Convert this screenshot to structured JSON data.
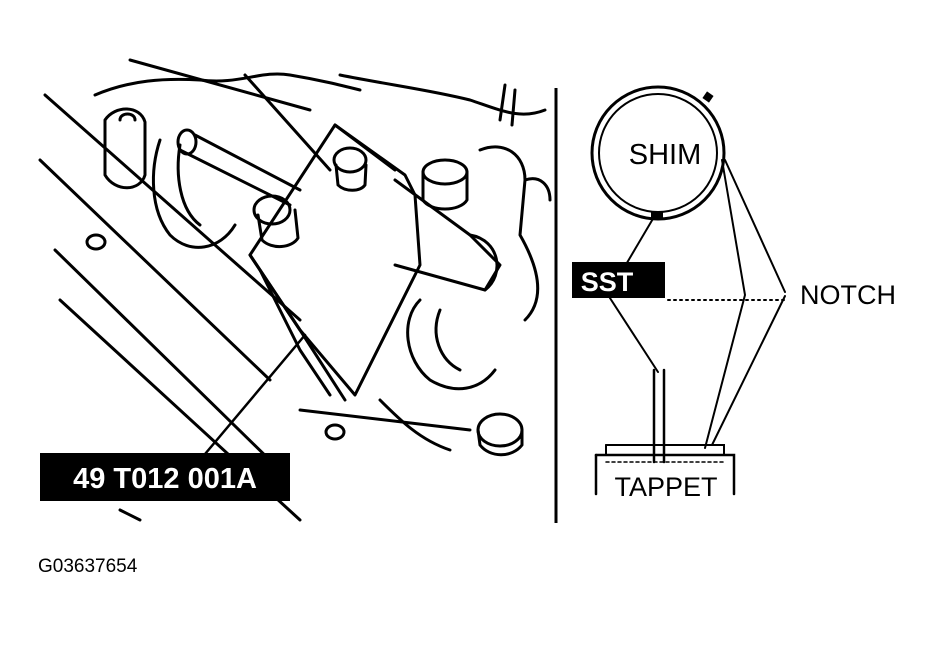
{
  "labels": {
    "tool_number": "49 T012 001A",
    "sst": "SST",
    "shim": "SHIM",
    "notch": "NOTCH",
    "tappet": "TAPPET"
  },
  "figure_id": "G03637654"
}
